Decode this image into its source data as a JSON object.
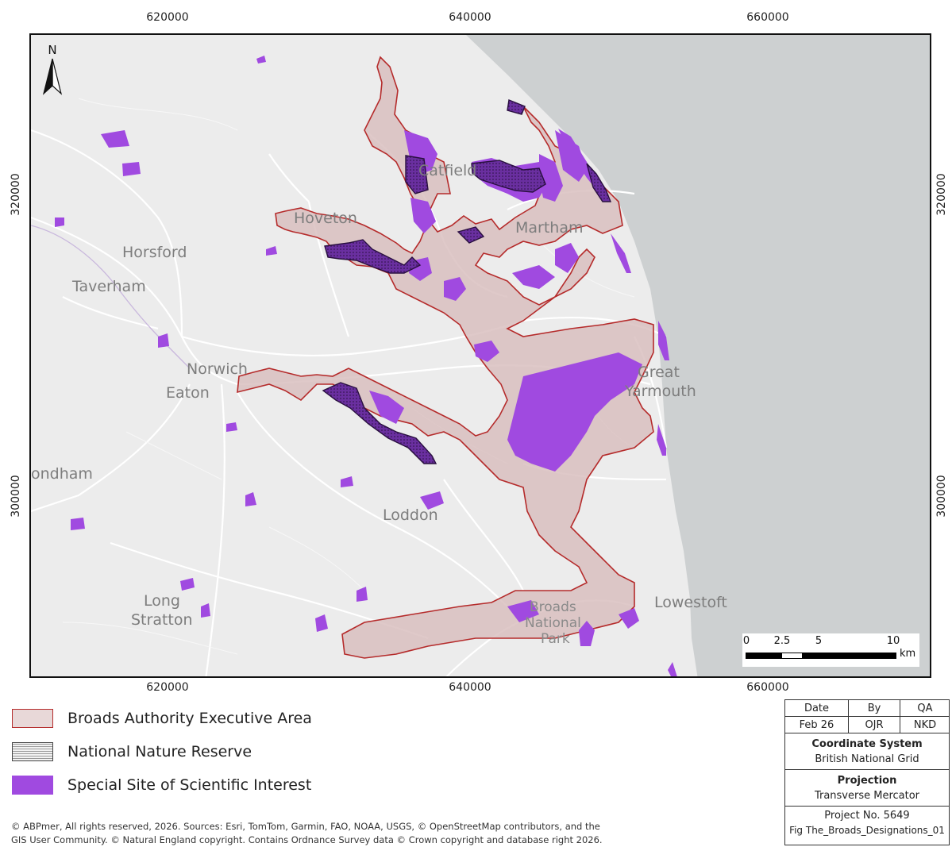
{
  "grid": {
    "eastings": [
      "620000",
      "640000",
      "660000"
    ],
    "northings": [
      "320000",
      "300000"
    ]
  },
  "north_arrow": {
    "label": "N"
  },
  "places": {
    "hoveton": "Hoveton",
    "catfield": "Catfield",
    "martham": "Martham",
    "horsford": "Horsford",
    "taverham": "Taverham",
    "norwich": "Norwich",
    "eaton": "Eaton",
    "great_yarmouth_1": "Great",
    "great_yarmouth_2": "Yarmouth",
    "wymondham": "ondham",
    "loddon": "Loddon",
    "long_stratton_1": "Long",
    "long_stratton_2": "Stratton",
    "lowestoft": "Lowestoft",
    "broads_np_1": "Broads",
    "broads_np_2": "National",
    "broads_np_3": "Park"
  },
  "scalebar": {
    "labels": [
      "0",
      "2.5",
      "5",
      "10"
    ],
    "unit": "km"
  },
  "legend": {
    "items": [
      {
        "label": "Broads Authority Executive Area",
        "fill": "#e8d8d8",
        "stroke": "#b52b2b"
      },
      {
        "label": "National Nature Reserve",
        "fill": "#f2f2f2",
        "stroke": "#444444"
      },
      {
        "label": "Special Site of Scientific Interest",
        "fill": "#a04ae0",
        "stroke": "#a04ae0"
      }
    ]
  },
  "attribution": {
    "line1": "© ABPmer, All rights reserved, 2026. Sources: Esri, TomTom, Garmin, FAO, NOAA, USGS, © OpenStreetMap contributors, and the",
    "line2": "GIS User Community. © Natural England copyright. Contains Ordnance Survey data © Crown copyright and database right 2026."
  },
  "titleblock": {
    "date_h": "Date",
    "by_h": "By",
    "qa_h": "QA",
    "date": "Feb 26",
    "by": "OJR",
    "qa": "NKD",
    "coord_h": "Coordinate System",
    "coord": "British National Grid",
    "proj_h": "Projection",
    "proj": "Transverse Mercator",
    "project": "Project No. 5649",
    "fig": "Fig The_Broads_Designations_01"
  },
  "colors": {
    "sea": "#cdd0d1",
    "land": "#ececec",
    "road": "#ffffff",
    "boundary": "#b52b2b",
    "area_fill": "#d9c0c0",
    "sssi": "#a04ae0",
    "nnr_fill": "#5b2a8a"
  }
}
